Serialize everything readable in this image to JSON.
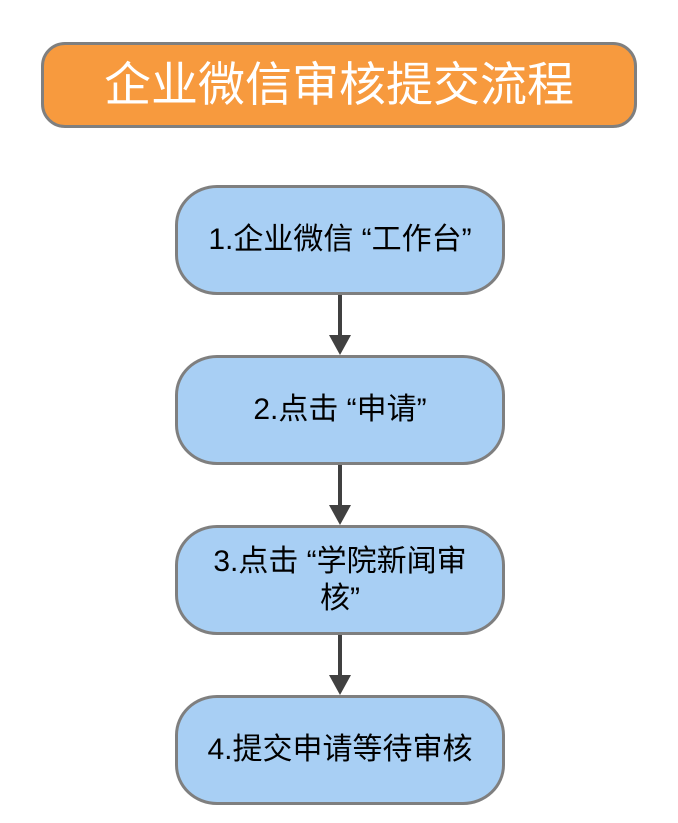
{
  "diagram": {
    "title": {
      "text": "企业微信审核提交流程",
      "fill_color": "#F79A3E",
      "border_color": "#7F7F7F",
      "text_color": "#FFFFFF"
    },
    "node_style": {
      "fill_color": "#A8CFF4",
      "border_color": "#7F7F7F",
      "text_color": "#000000"
    },
    "connector_style": {
      "color": "#404040",
      "arrow": "down-arrow-icon"
    },
    "steps": [
      {
        "label": "1.企业微信 “工作台”"
      },
      {
        "label": "2.点击 “申请”"
      },
      {
        "label": "3.点击 “学院新闻审核”"
      },
      {
        "label": "4.提交申请等待审核"
      }
    ]
  }
}
